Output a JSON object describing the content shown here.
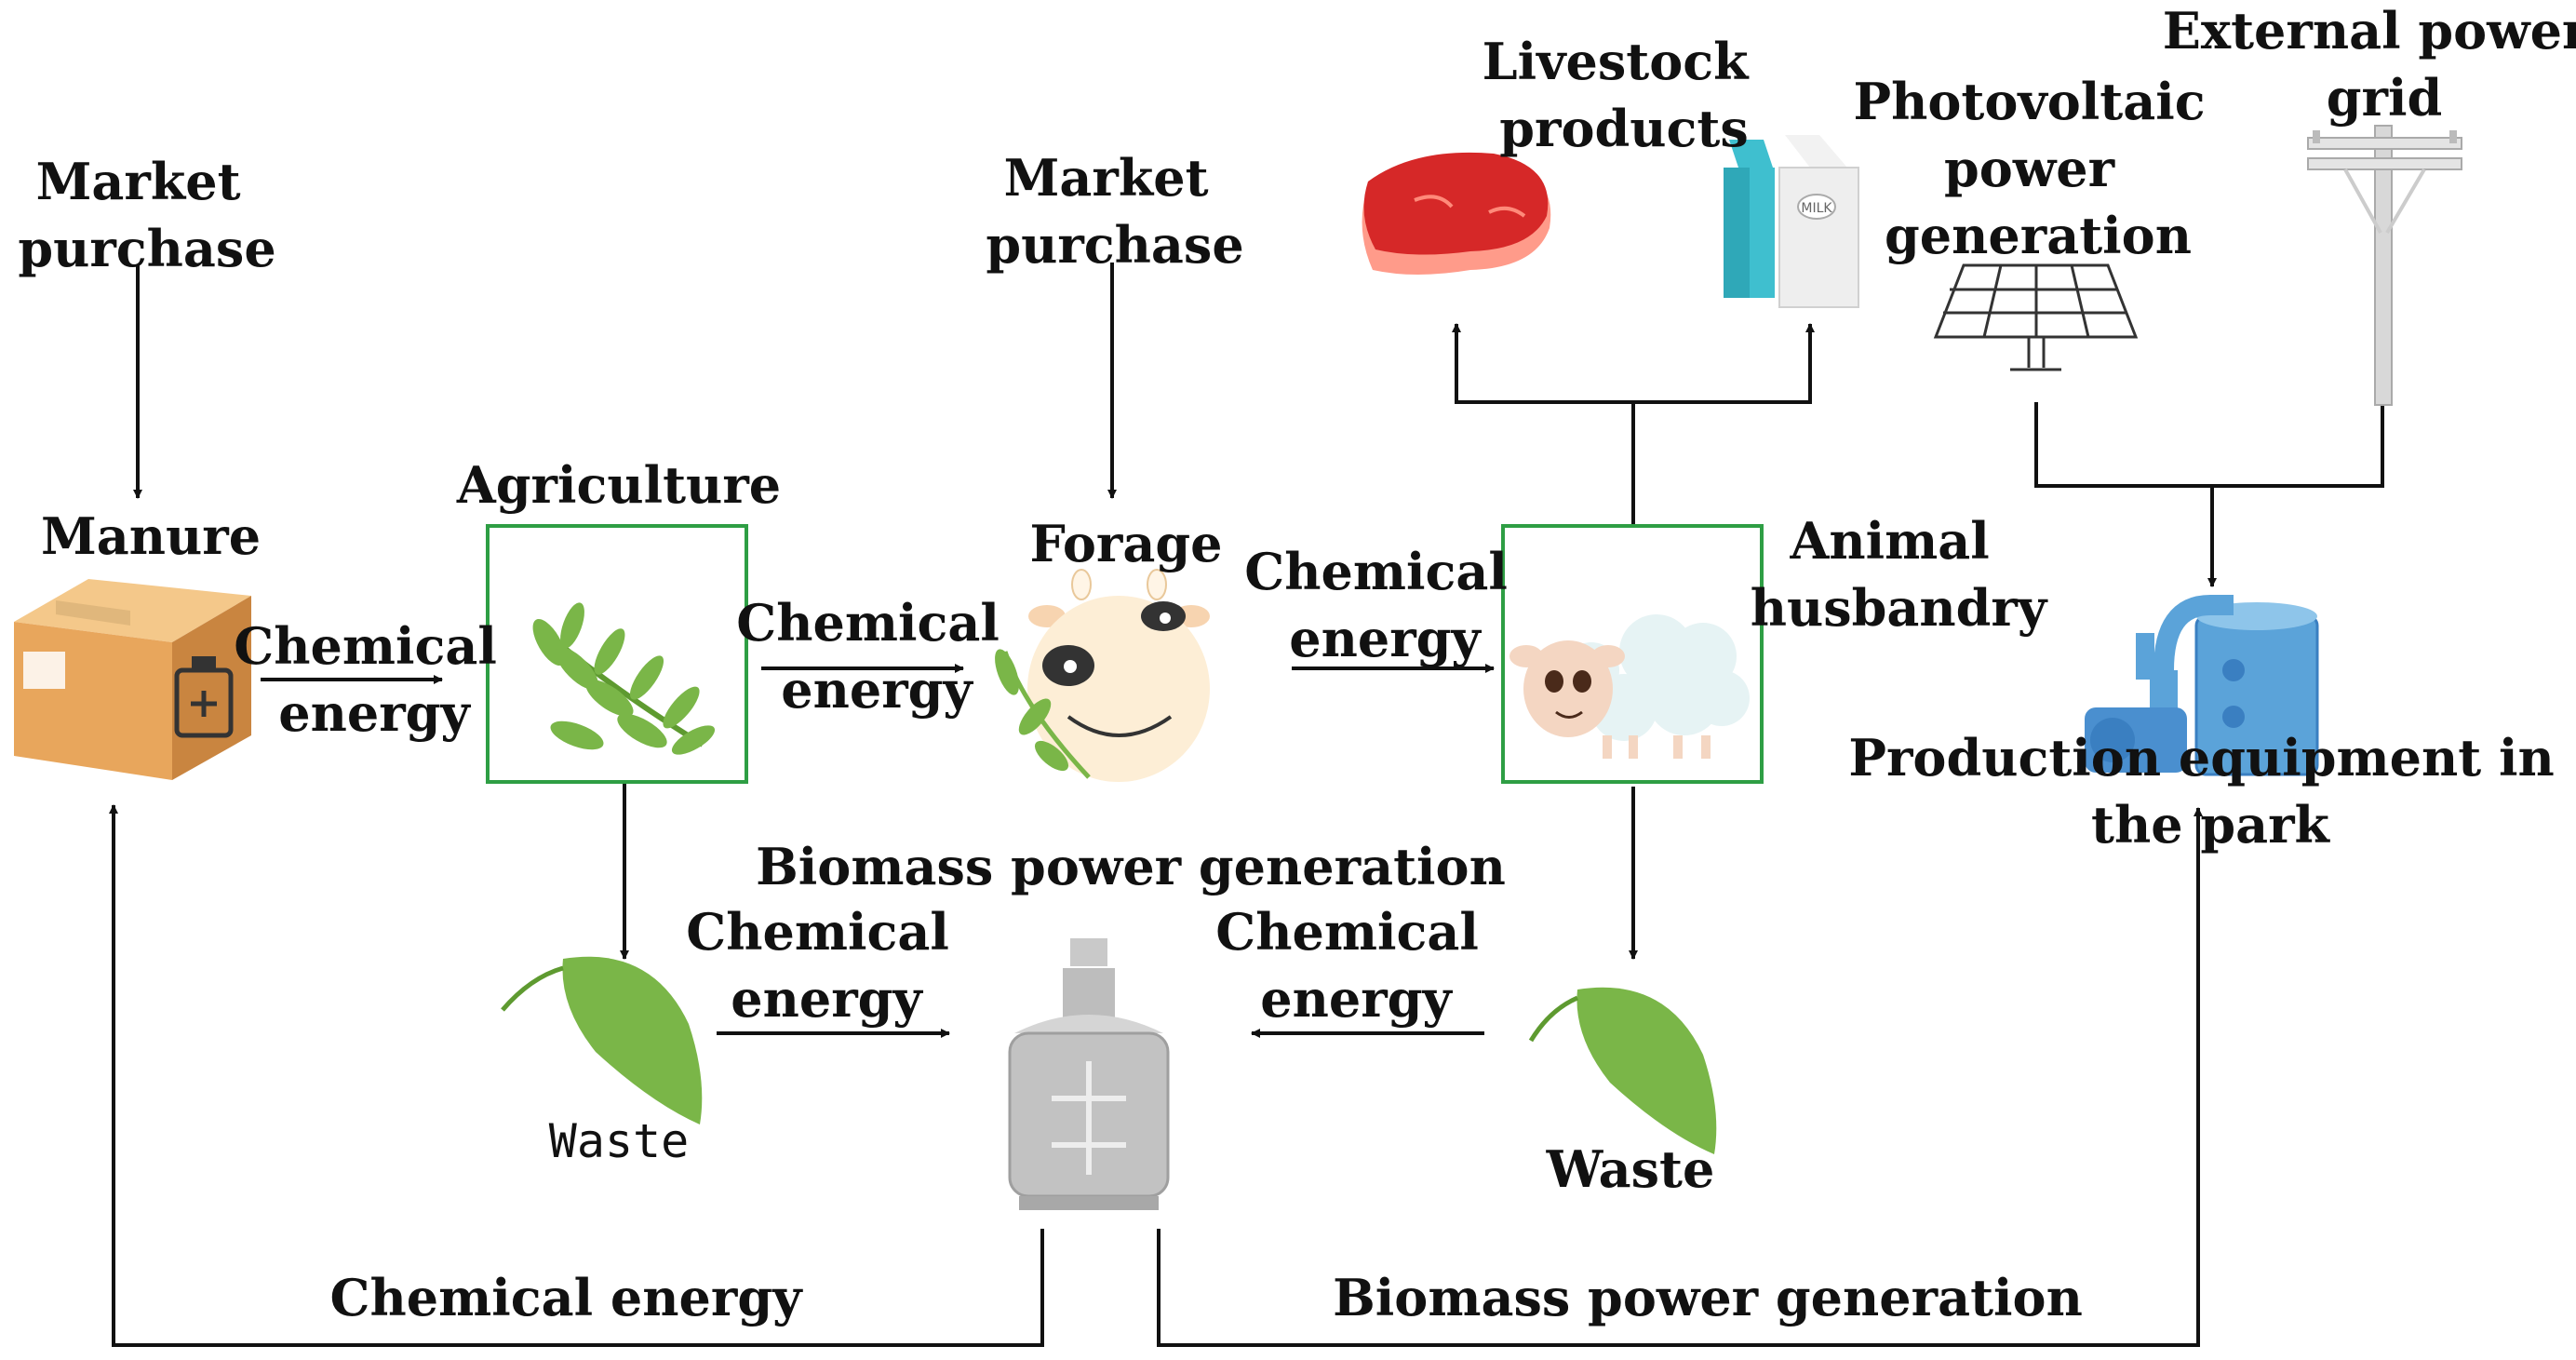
{
  "labels": {
    "market_purchase_left": [
      "Market",
      "purchase"
    ],
    "manure": "Manure",
    "chem_manure_agri": [
      "Chemical",
      "energy"
    ],
    "agriculture": "Agriculture",
    "chem_agri_forage": [
      "Chemical",
      "energy"
    ],
    "market_purchase_mid": [
      "Market",
      "purchase"
    ],
    "forage": "Forage",
    "chem_forage_animal": [
      "Chemical",
      "energy"
    ],
    "livestock_products": [
      "Livestock",
      "products"
    ],
    "animal_husbandry": [
      "Animal",
      "husbandry"
    ],
    "photovoltaic": [
      "Photovoltaic",
      "power",
      "generation"
    ],
    "external_grid": [
      "External power",
      "grid"
    ],
    "production_equipment": [
      "Production equipment in",
      "the park"
    ],
    "biomass_top": "Biomass power generation",
    "chem_waste_left": [
      "Chemical",
      "energy"
    ],
    "chem_waste_right": [
      "Chemical",
      "energy"
    ],
    "waste_left": "Waste",
    "waste_right": "Waste",
    "chem_bottom": "Chemical energy",
    "biomass_bottom": "Biomass power generation"
  },
  "icon_labels": {
    "milk_carton": "MILK"
  },
  "colors": {
    "box_border": "#2e9e44",
    "leaf_green": "#7ab648",
    "arrow": "#111111",
    "cardboard": "#e8a65c",
    "meat_red": "#d62828",
    "milk_cyan": "#3fbfcf",
    "equipment_blue": "#3a7fc1"
  }
}
